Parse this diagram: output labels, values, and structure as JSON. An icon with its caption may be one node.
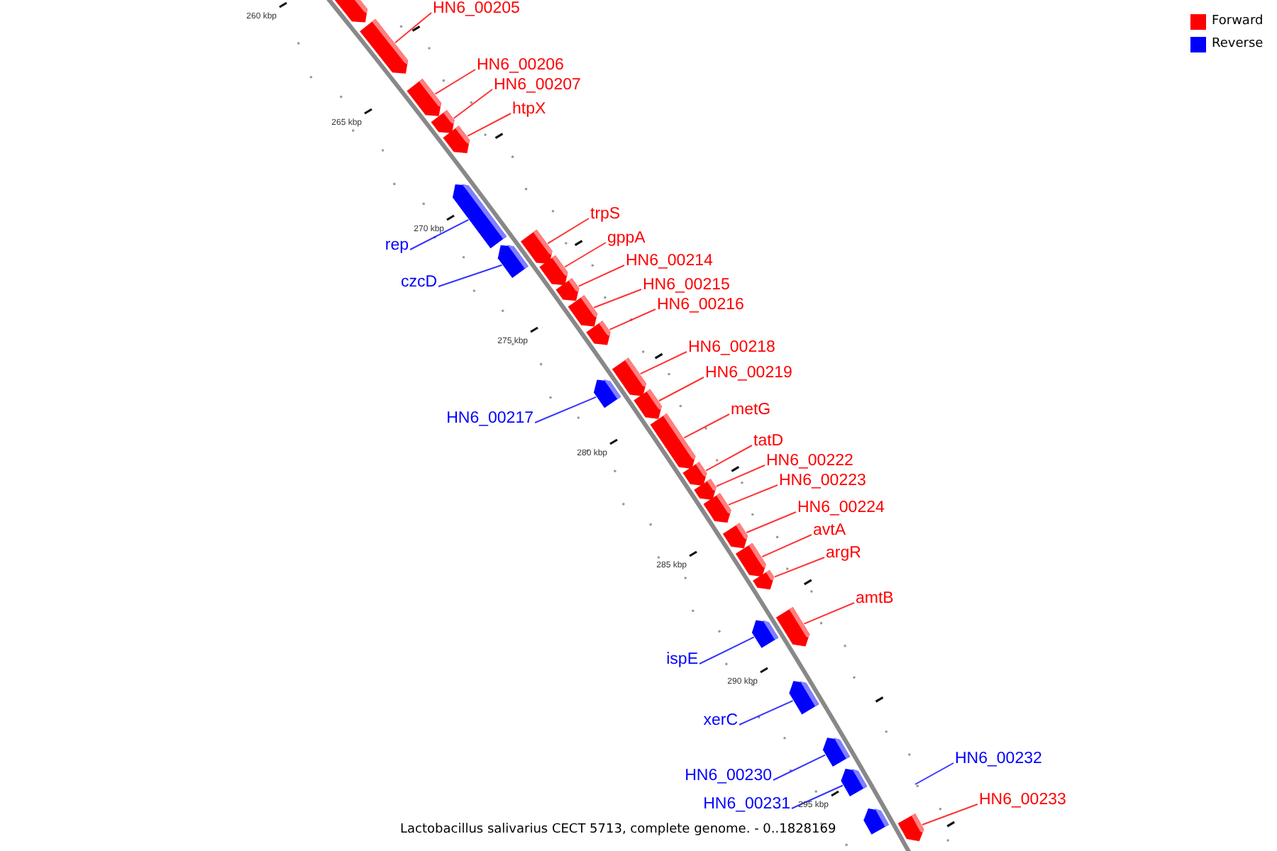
{
  "diagram": {
    "caption": "Lactobacillus salivarius CECT 5713, complete genome. - 0..1828169",
    "nodes": [
      {
        "text": [],
        "shape": "bar"
      },
      {
        "text": [],
        "shape": "bar"
      },
      {
        "text": [],
        "shape": "bar"
      },
      {
        "text": [],
        "shape": "bar"
      },
      {
        "text": [],
        "shape": "bar"
      },
      {
        "text": [],
        "shape": "bar"
      },
      {
        "text": [],
        "shape": "bar"
      },
      {
        "text": [],
        "shape": "bar"
      },
      {
        "text": [],
        "shape": "bar"
      },
      {
        "text": [],
        "shape": "bar"
      },
      {
        "text": [],
        "shape": "bar"
      },
      {
        "text": [],
        "shape": "bar"
      },
      {
        "text": [],
        "shape": "bar"
      },
      {
        "text": [],
        "shape": "bar"
      },
      {
        "text": [],
        "shape": "bar"
      },
      {
        "text": [],
        "shape": "bar"
      },
      {
        "text": [],
        "shape": "bar"
      },
      {
        "text": [],
        "shape": "bar"
      },
      {
        "text": [],
        "shape": "bar"
      },
      {
        "text": [],
        "shape": "bar"
      },
      {
        "text": [],
        "shape": "bar"
      },
      {
        "text": [],
        "shape": "bar"
      },
      {
        "text": [],
        "shape": "bar"
      },
      {
        "text": [],
        "shape": "bar"
      },
      {
        "text": [],
        "shape": "bar"
      },
      {
        "text": [],
        "shape": "bar"
      },
      {
        "text": [],
        "shape": "bar"
      },
      {
        "text": [],
        "shape": "bar"
      },
      {
        "text": [],
        "shape": "bar"
      },
      {
        "text": [
          "HN6_00205"
        ]
      },
      {
        "text": [
          "HN6_00206"
        ]
      },
      {
        "text": [
          "HN6_00207"
        ]
      },
      {
        "text": [
          "htpX"
        ]
      },
      {
        "text": [
          "trpS"
        ]
      },
      {
        "text": [
          "gppA"
        ]
      },
      {
        "text": [
          "rep"
        ]
      },
      {
        "text": [
          "HN6_00214"
        ]
      },
      {
        "text": [
          "czcD"
        ]
      },
      {
        "text": [
          "HN6_00215"
        ]
      },
      {
        "text": [
          "HN6_00216"
        ]
      },
      {
        "text": [
          "HN6_00218"
        ]
      },
      {
        "text": [
          "HN6_00219"
        ]
      },
      {
        "text": [
          "metG"
        ]
      },
      {
        "text": [
          "HN6_00217"
        ]
      },
      {
        "text": [
          "tatD"
        ]
      },
      {
        "text": [
          "HN6_00222"
        ]
      },
      {
        "text": [
          "HN6_00223"
        ]
      },
      {
        "text": [
          "HN6_00224"
        ]
      },
      {
        "text": [
          "avtA"
        ]
      },
      {
        "text": [
          "argR"
        ]
      },
      {
        "text": [
          "amtB"
        ]
      },
      {
        "text": [
          "ispE"
        ]
      },
      {
        "text": [
          "xerC"
        ]
      },
      {
        "text": [
          "HN6_00232"
        ]
      },
      {
        "text": [
          "HN6_00230"
        ]
      },
      {
        "text": [
          "HN6_00233"
        ]
      },
      {
        "text": [
          "HN6_00231"
        ]
      }
    ],
    "edges": [
      {
        "from": 29,
        "to": 1,
        "arrow": "none"
      },
      {
        "from": 30,
        "to": 2,
        "arrow": "none"
      },
      {
        "from": 31,
        "to": 3,
        "arrow": "none"
      },
      {
        "from": 32,
        "to": 4,
        "arrow": "none"
      },
      {
        "from": 33,
        "to": 7,
        "arrow": "none"
      },
      {
        "from": 34,
        "to": 8,
        "arrow": "none"
      },
      {
        "from": 35,
        "to": 5,
        "arrow": "none",
        "color": "#0000ff"
      },
      {
        "from": 36,
        "to": 9,
        "arrow": "none"
      },
      {
        "from": 37,
        "to": 6,
        "arrow": "none",
        "color": "#0000ff"
      },
      {
        "from": 38,
        "to": 10,
        "arrow": "none"
      },
      {
        "from": 39,
        "to": 11,
        "arrow": "none"
      },
      {
        "from": 40,
        "to": 13,
        "arrow": "none"
      },
      {
        "from": 41,
        "to": 14,
        "arrow": "none"
      },
      {
        "from": 42,
        "to": 15,
        "arrow": "none"
      },
      {
        "from": 43,
        "to": 12,
        "arrow": "none",
        "color": "#0000ff"
      },
      {
        "from": 44,
        "to": 16,
        "arrow": "none"
      },
      {
        "from": 45,
        "to": 17,
        "arrow": "none"
      },
      {
        "from": 46,
        "to": 18,
        "arrow": "none"
      },
      {
        "from": 47,
        "to": 19,
        "arrow": "none"
      },
      {
        "from": 48,
        "to": 20,
        "arrow": "none"
      },
      {
        "from": 49,
        "to": 21,
        "arrow": "none"
      },
      {
        "from": 50,
        "to": 23,
        "arrow": "none"
      },
      {
        "from": 51,
        "to": 22,
        "arrow": "none",
        "color": "#0000ff"
      },
      {
        "from": 52,
        "to": 24,
        "arrow": "none",
        "color": "#0000ff"
      },
      {
        "from": 53,
        "to": null,
        "arrow": "none",
        "color": "#0000ff"
      },
      {
        "from": 54,
        "to": 25,
        "arrow": "none",
        "color": "#0000ff"
      },
      {
        "from": 55,
        "to": 28,
        "arrow": "none"
      },
      {
        "from": 56,
        "to": 26,
        "arrow": "none",
        "color": "#0000ff"
      }
    ],
    "labels": [
      "260 kbp",
      "265 kbp",
      "270 kbp",
      "275 kbp",
      "280 kbp",
      "285 kbp",
      "290 kbp",
      "295 kbp"
    ],
    "legend": [
      {
        "text": "Forward",
        "color": "#ff0000"
      },
      {
        "text": "Reverse",
        "color": "#0000ff"
      }
    ]
  }
}
